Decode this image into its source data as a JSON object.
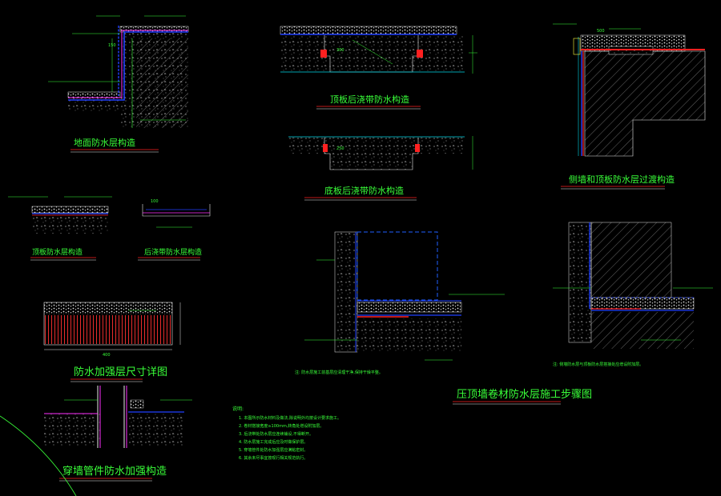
{
  "colors": {
    "background": "#000000",
    "line_green": "#39ff39",
    "line_white": "#e8e8e8",
    "line_blue": "#2040ff",
    "line_cyan": "#00d8e8",
    "line_red": "#ff2020",
    "line_magenta": "#ff30ff",
    "line_yellow": "#ffff40",
    "underline_red": "#ff2020"
  },
  "titles": {
    "t1": "地面防水层构造",
    "t2": "顶板后浇带防水构造",
    "t3": "底板后浇带防水构造",
    "t4": "侧墙和顶板防水层过渡构造",
    "t5": "顶板防水层构造",
    "t6": "后浇带防水层构造",
    "t7": "防水加强层尺寸详图",
    "t8": "压顶墙卷材防水层施工步骤图",
    "t9": "穿墙管件防水加强构造"
  },
  "notes": {
    "heading": "说明:",
    "line1": "1. 本图所示防水材料及做法,除说明外均按设计要求施工。",
    "line2": "2. 卷材搭接宽度≥100mm,转角处增设附加层。",
    "line3": "3. 后浇带处防水层应连续铺设,不得断开。",
    "line4": "4. 防水层施工完成后应及时做保护层。",
    "line5": "5. 穿墙管件处防水加强层应满粘密封。",
    "line6": "6. 其余未尽事宜按现行相关规范执行。",
    "footnote_mid": "注: 防水层施工前基层应清理干净,保持干燥平整。",
    "footnote_right": "注: 侧墙防水层与顶板防水层搭接处应增设附加层。"
  },
  "dimensions": {
    "d1": "150",
    "d2": "300",
    "d3": "250",
    "d4": "500",
    "d5": "100",
    "d6": "400"
  }
}
